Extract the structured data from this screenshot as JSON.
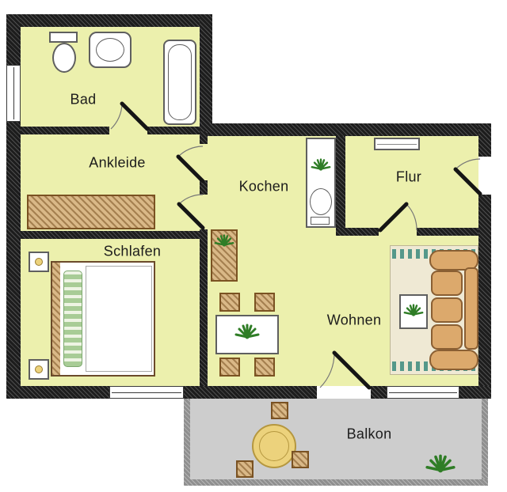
{
  "floorplan": {
    "rooms": [
      {
        "id": "bad",
        "label": "Bad"
      },
      {
        "id": "ankleide",
        "label": "Ankleide"
      },
      {
        "id": "kochen",
        "label": "Kochen"
      },
      {
        "id": "flur",
        "label": "Flur"
      },
      {
        "id": "schlafen",
        "label": "Schlafen"
      },
      {
        "id": "wohnen",
        "label": "Wohnen"
      },
      {
        "id": "balkon",
        "label": "Balkon"
      }
    ],
    "colors": {
      "room_fill": "#ecf0ad",
      "wall": "#1d1d1d",
      "balcony_fill": "#cdcdcd",
      "balcony_wall": "#8f8f8f",
      "wood_light": "#d9b887",
      "sofa": "#dca96c",
      "rug_base": "#efe9d4",
      "rug_stripe": "#55988a",
      "plant": "#2f7d26",
      "table_top": "#ecd27c",
      "fixture_outline": "#5f5f5f",
      "label_text": "#1c1c1c"
    },
    "furniture": [
      {
        "room": "bad",
        "items": [
          "toilet",
          "washbasin",
          "bathtub"
        ]
      },
      {
        "room": "ankleide",
        "items": [
          "wardrobe"
        ]
      },
      {
        "room": "schlafen",
        "items": [
          "double-bed",
          "nightstand",
          "nightstand"
        ]
      },
      {
        "room": "kochen",
        "items": [
          "kitchen-counter",
          "kitchen-sink",
          "potted-plant"
        ]
      },
      {
        "room": "flur",
        "items": [
          "shelf"
        ]
      },
      {
        "room": "wohnen",
        "items": [
          "sideboard",
          "dining-table",
          "dining-chairs",
          "rug",
          "sofa",
          "coffee-table",
          "potted-plants"
        ]
      },
      {
        "room": "balkon",
        "items": [
          "round-table",
          "stools",
          "potted-plant"
        ]
      }
    ]
  }
}
